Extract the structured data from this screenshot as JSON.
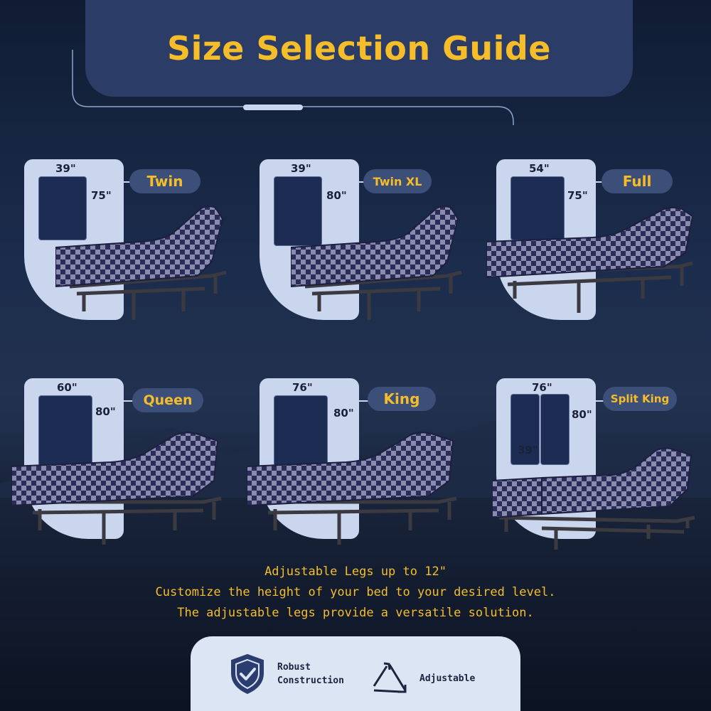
{
  "header": {
    "title": "Size Selection Guide"
  },
  "sizes": [
    {
      "name": "Twin",
      "width": "39\"",
      "length": "75\""
    },
    {
      "name": "Twin XL",
      "width": "39\"",
      "length": "80\""
    },
    {
      "name": "Full",
      "width": "54\"",
      "length": "75\""
    },
    {
      "name": "Queen",
      "width": "60\"",
      "length": "80\""
    },
    {
      "name": "King",
      "width": "76\"",
      "length": "80\""
    },
    {
      "name": "Split King",
      "width": "76\"",
      "length": "80\"",
      "half_width": "39\""
    }
  ],
  "legs": {
    "line1": "Adjustable Legs up to 12\"",
    "line2": "Customize the height of your bed to your desired level.",
    "line3": "The adjustable legs provide a versatile solution."
  },
  "features": [
    {
      "icon": "shield-check-icon",
      "label_line1": "Robust",
      "label_line2": "Construction"
    },
    {
      "icon": "adjust-triangle-icon",
      "label": "Adjustable"
    }
  ],
  "colors": {
    "accent": "#f6bd2a",
    "banner": "#2b3d66",
    "card": "#c9d6ee",
    "mattress_dark": "#2a2d5a",
    "mattress_light": "#e8e8f0"
  }
}
